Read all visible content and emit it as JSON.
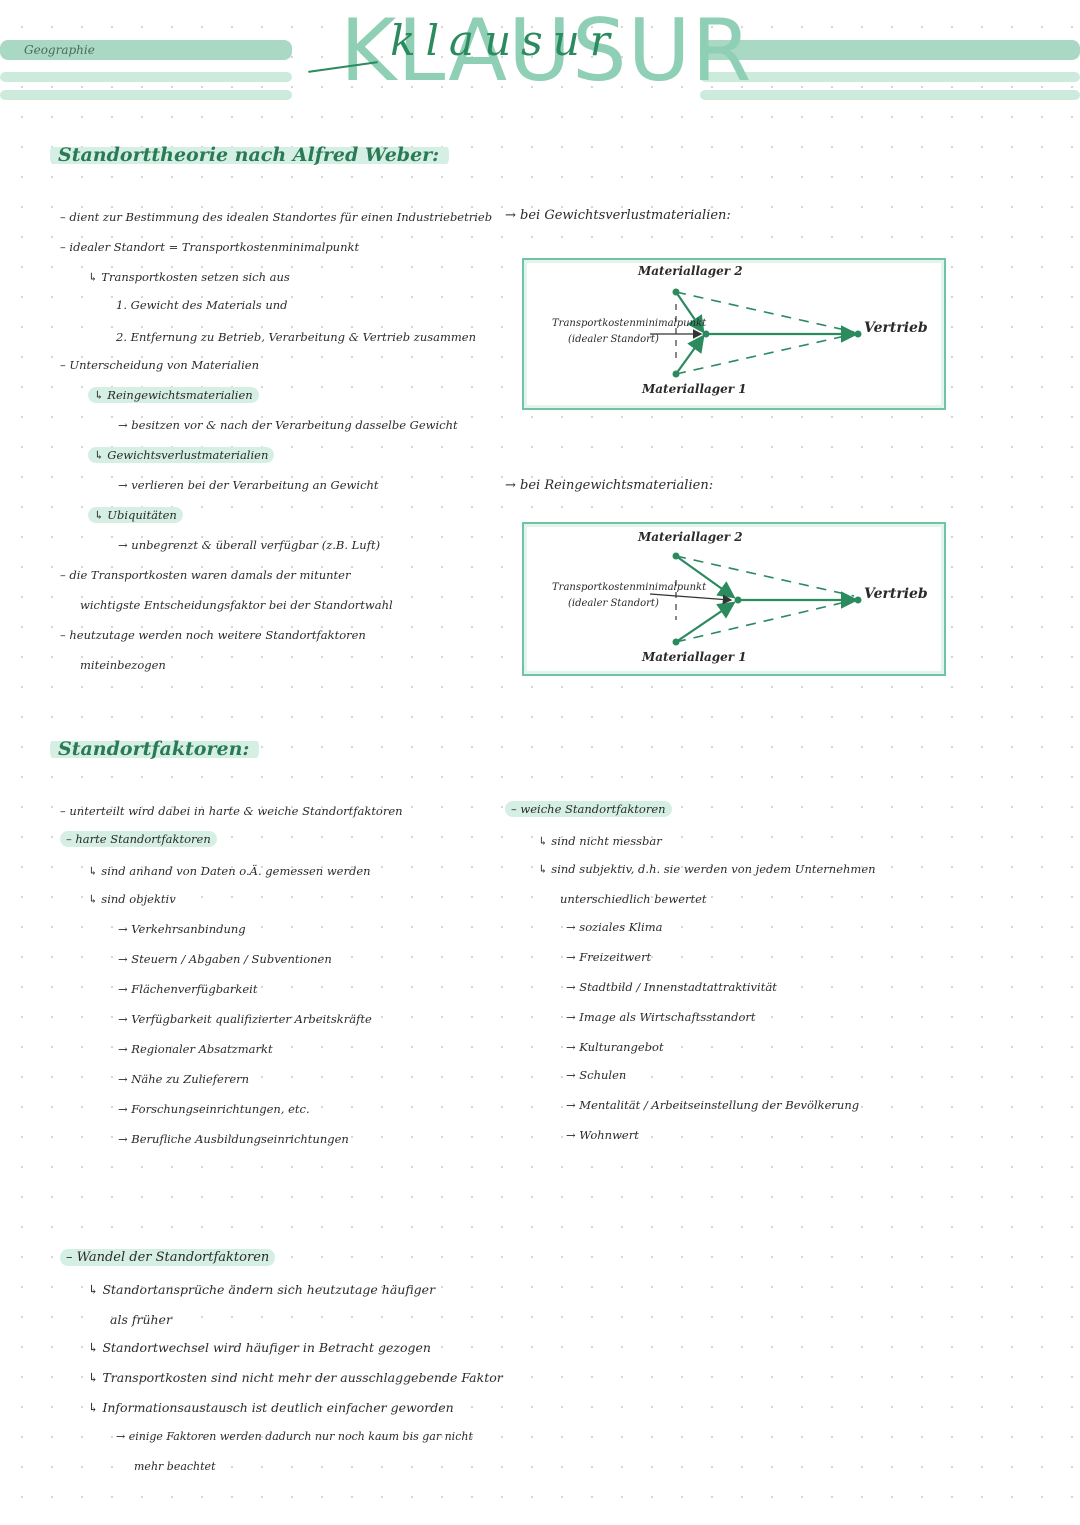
{
  "header": {
    "subject": "Geographie",
    "title_big": "KLAUSUR",
    "title_script": "klausur"
  },
  "section1": {
    "heading": "Standorttheorie nach Alfred Weber:",
    "lines": [
      "– dient zur Bestimmung des idealen Standortes für einen Industriebetrieb",
      "– idealer Standort = Transportkostenminimalpunkt",
      "↳ Transportkosten setzen sich aus",
      "1. Gewicht des Materials und",
      "2. Entfernung zu Betrieb, Verarbeitung & Vertrieb zusammen",
      "– Unterscheidung von Materialien",
      "↳ Reingewichtsmaterialien",
      "→ besitzen vor & nach der Verarbeitung dasselbe Gewicht",
      "↳ Gewichtsverlustmaterialien",
      "→ verlieren bei der Verarbeitung an Gewicht",
      "↳ Ubiquitäten",
      "→ unbegrenzt & überall verfügbar (z.B. Luft)",
      "– die Transportkosten waren damals der mitunter",
      "wichtigste Entscheidungsfaktor bei der Standortwahl",
      "– heutzutage werden noch weitere Standortfaktoren",
      "miteinbezogen"
    ]
  },
  "diagram1": {
    "caption": "→ bei Gewichtsverlustmaterialien:",
    "top": "Materiallager 2",
    "bottom": "Materiallager 1",
    "left1": "Transportkostenminimalpunkt",
    "left2": "(idealer Standort)",
    "right": "Vertrieb"
  },
  "diagram2": {
    "caption": "→ bei Reingewichtsmaterialien:",
    "top": "Materiallager 2",
    "bottom": "Materiallager 1",
    "left1": "Transportkostenminimalpunkt",
    "left2": "(idealer Standort)",
    "right": "Vertrieb"
  },
  "section2": {
    "heading": "Standortfaktoren:",
    "left": [
      "– unterteilt wird dabei in harte & weiche Standortfaktoren",
      "– harte Standortfaktoren",
      "↳ sind anhand von Daten o.Ä. gemessen werden",
      "↳ sind objektiv",
      "→ Verkehrsanbindung",
      "→ Steuern / Abgaben / Subventionen",
      "→ Flächenverfügbarkeit",
      "→ Verfügbarkeit qualifizierter Arbeitskräfte",
      "→ Regionaler Absatzmarkt",
      "→ Nähe zu Zulieferern",
      "→ Forschungseinrichtungen, etc.",
      "→ Berufliche Ausbildungseinrichtungen"
    ],
    "right": [
      "– weiche Standortfaktoren",
      "↳ sind nicht messbar",
      "↳ sind subjektiv, d.h. sie werden von jedem Unternehmen",
      "unterschiedlich bewertet",
      "→ soziales Klima",
      "→ Freizeitwert",
      "→ Stadtbild / Innenstadtattraktivität",
      "→ Image als Wirtschaftsstandort",
      "→ Kulturangebot",
      "→ Schulen",
      "→ Mentalität / Arbeitseinstellung der Bevölkerung",
      "→ Wohnwert"
    ]
  },
  "section3": {
    "lines": [
      "– Wandel der Standortfaktoren",
      "↳ Standortansprüche ändern sich heutzutage häufiger",
      "als früher",
      "↳ Standortwechsel wird häufiger in Betracht gezogen",
      "↳ Transportkosten sind nicht mehr der ausschlaggebende Faktor",
      "↳ Informationsaustausch ist deutlich einfacher geworden",
      "→ einige Faktoren werden dadurch nur noch kaum bis gar nicht",
      "mehr beachtet"
    ]
  }
}
